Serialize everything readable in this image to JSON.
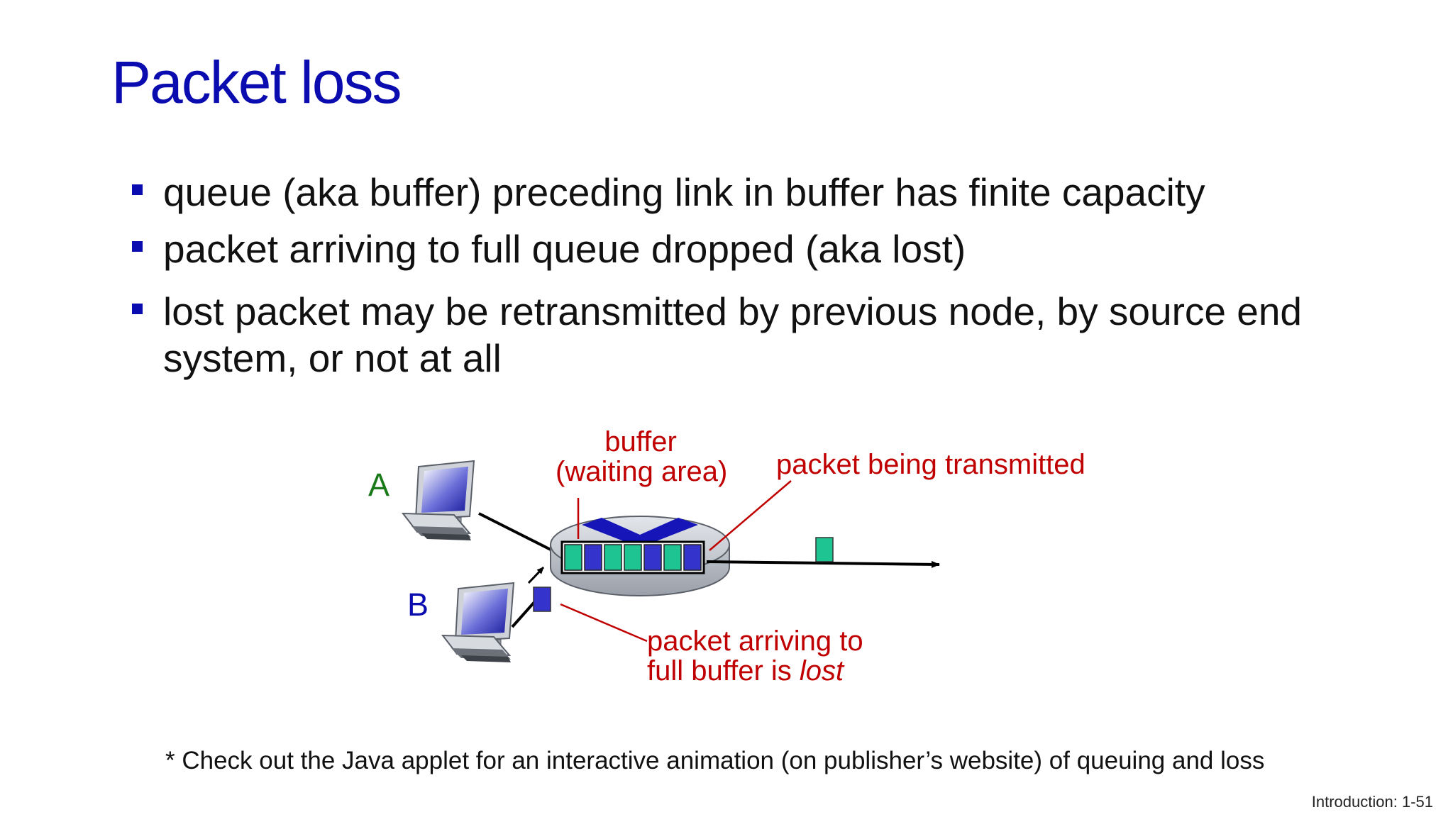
{
  "slide": {
    "title": "Packet loss",
    "bullets": [
      "queue (aka buffer) preceding link in buffer has finite capacity",
      "packet arriving to full queue dropped (aka lost)",
      "lost packet may be retransmitted by previous node, by source end system, or not at all"
    ],
    "footnote": "* Check out the Java applet for an interactive animation (on publisher’s website) of queuing and loss",
    "page_number": "Introduction: 1-51"
  },
  "diagram": {
    "host_a_label": "A",
    "host_b_label": "B",
    "buffer_label_line1": "buffer",
    "buffer_label_line2": "(waiting area)",
    "transmitted_label": "packet being transmitted",
    "lost_label_line1": "packet arriving to",
    "lost_label_line2_prefix": "full buffer is ",
    "lost_label_line2_emphasis": "lost",
    "queue_packets": [
      "green",
      "blue",
      "green",
      "green",
      "blue",
      "green",
      "blue"
    ],
    "colors": {
      "title": "#0b0cb0",
      "annotation": "#c00000",
      "host_a": "#1a7a1a",
      "host_b": "#0b0cb0",
      "packet_green": "#1fc493",
      "packet_blue": "#3434cc",
      "router_body": "#c8ccd3"
    }
  }
}
